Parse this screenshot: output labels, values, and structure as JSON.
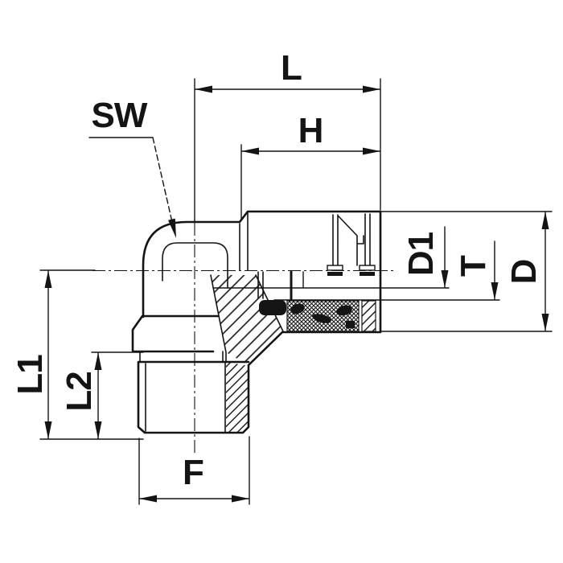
{
  "drawing": {
    "type": "technical-drawing",
    "subject": "90-degree elbow push-in fitting, male thread, half-section side view",
    "colors": {
      "line": "#141414",
      "background": "#ffffff"
    },
    "labels": {
      "L": "L",
      "H": "H",
      "SW": "SW",
      "D1": "D1",
      "T": "T",
      "D": "D",
      "L1": "L1",
      "L2": "L2",
      "F": "F"
    }
  }
}
